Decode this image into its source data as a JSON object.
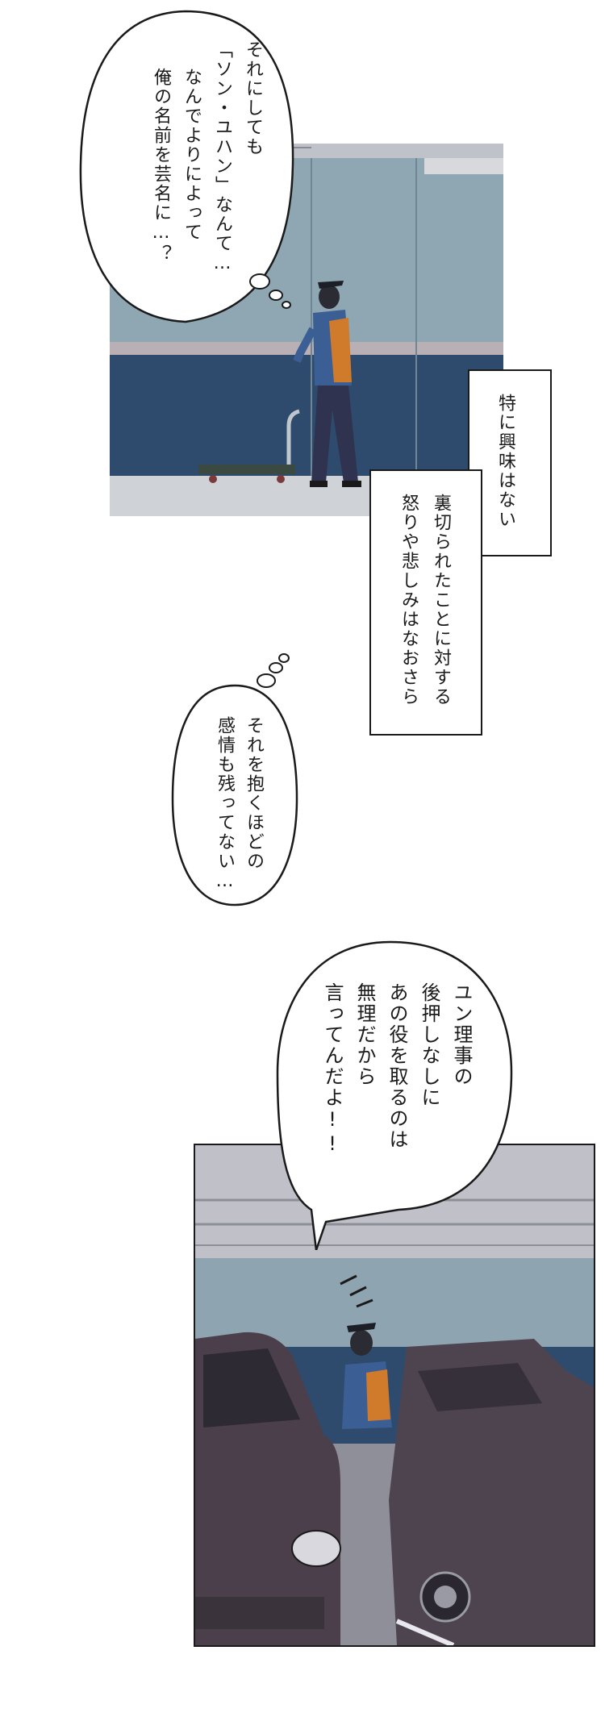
{
  "page": {
    "title": ""
  },
  "bubble1": {
    "lines": [
      "それにしても",
      "「ソン・ユハン」なんて…",
      "なんでよりによって",
      "俺の名前を芸名に…？"
    ]
  },
  "caption1": {
    "text": "特に興味はない"
  },
  "caption2": {
    "lines": [
      "裏切られたことに対する",
      "怒りや悲しみはなおさら"
    ]
  },
  "bubble2": {
    "lines": [
      "それを抱くほどの",
      "感情も残ってない…"
    ]
  },
  "bubble3": {
    "lines": [
      "ユン理事の",
      "後押しなしに",
      "あの役を取るのは",
      "無理だから",
      "言ってんだよ!!"
    ]
  },
  "colors": {
    "wall_upper": "#8ea7b2",
    "wall_lower": "#2e4b6d",
    "floor": "#c9cdd3",
    "jacket_blue": "#3b5f94",
    "jacket_orange": "#d07a2c",
    "car_dark": "#4a3f4a",
    "ceiling": "#bfc0c8"
  }
}
